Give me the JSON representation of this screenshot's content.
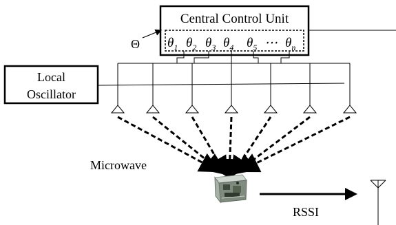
{
  "central_unit": {
    "title": "Central Control Unit",
    "phases": [
      {
        "base": "θ",
        "sub": "1"
      },
      {
        "base": "θ",
        "sub": "2"
      },
      {
        "base": "θ",
        "sub": "3"
      },
      {
        "base": "θ",
        "sub": "4"
      },
      {
        "base": "θ",
        "sub": "5"
      },
      {
        "base": "⋯",
        "sub": ""
      },
      {
        "base": "θ",
        "sub": "n"
      }
    ]
  },
  "theta_label": "Θ",
  "local_oscillator": {
    "line1": "Local",
    "line2": "Oscillator"
  },
  "microwave_label": "Microwave",
  "rssi_label": "RSSI",
  "antenna_count": 7
}
